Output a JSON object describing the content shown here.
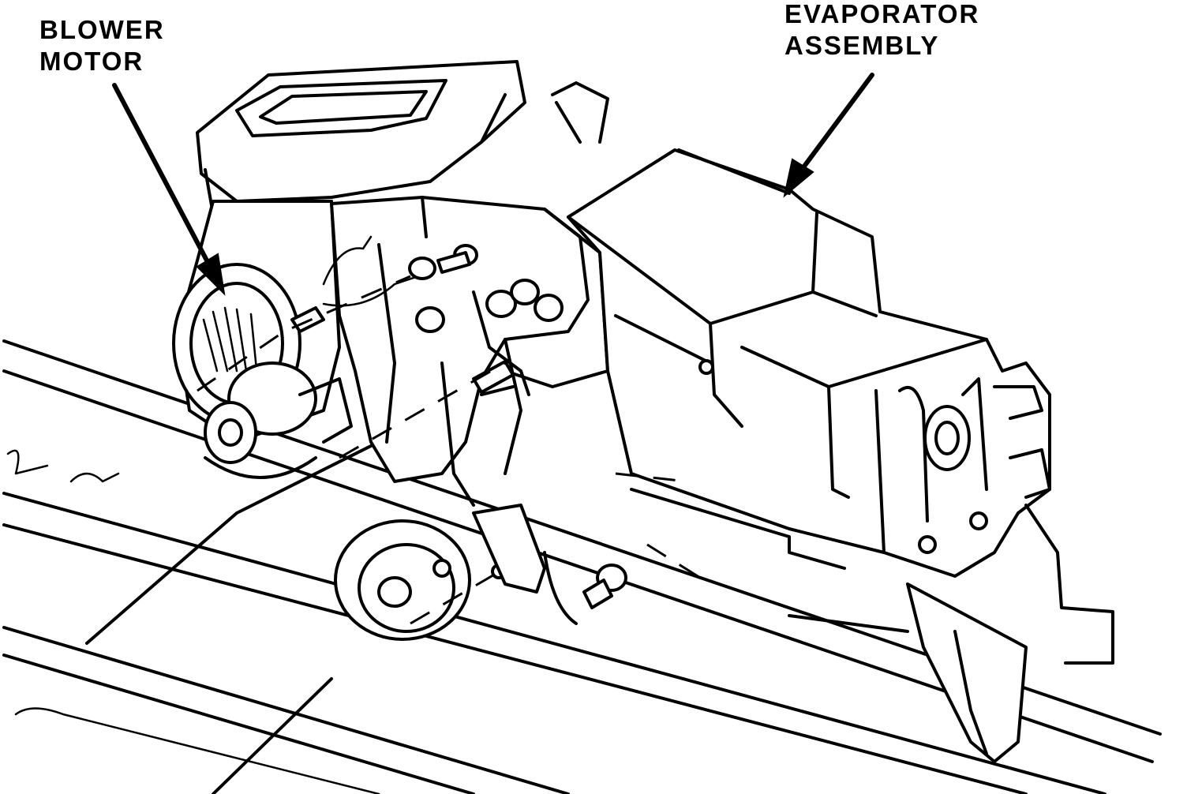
{
  "callouts": {
    "blower_motor": {
      "line1": "BLOWER",
      "line2": "MOTOR"
    },
    "evaporator_assembly": {
      "line1": "EVAPORATOR",
      "line2": "ASSEMBLY"
    }
  },
  "colors": {
    "ink": "#000000",
    "paper": "#ffffff"
  }
}
